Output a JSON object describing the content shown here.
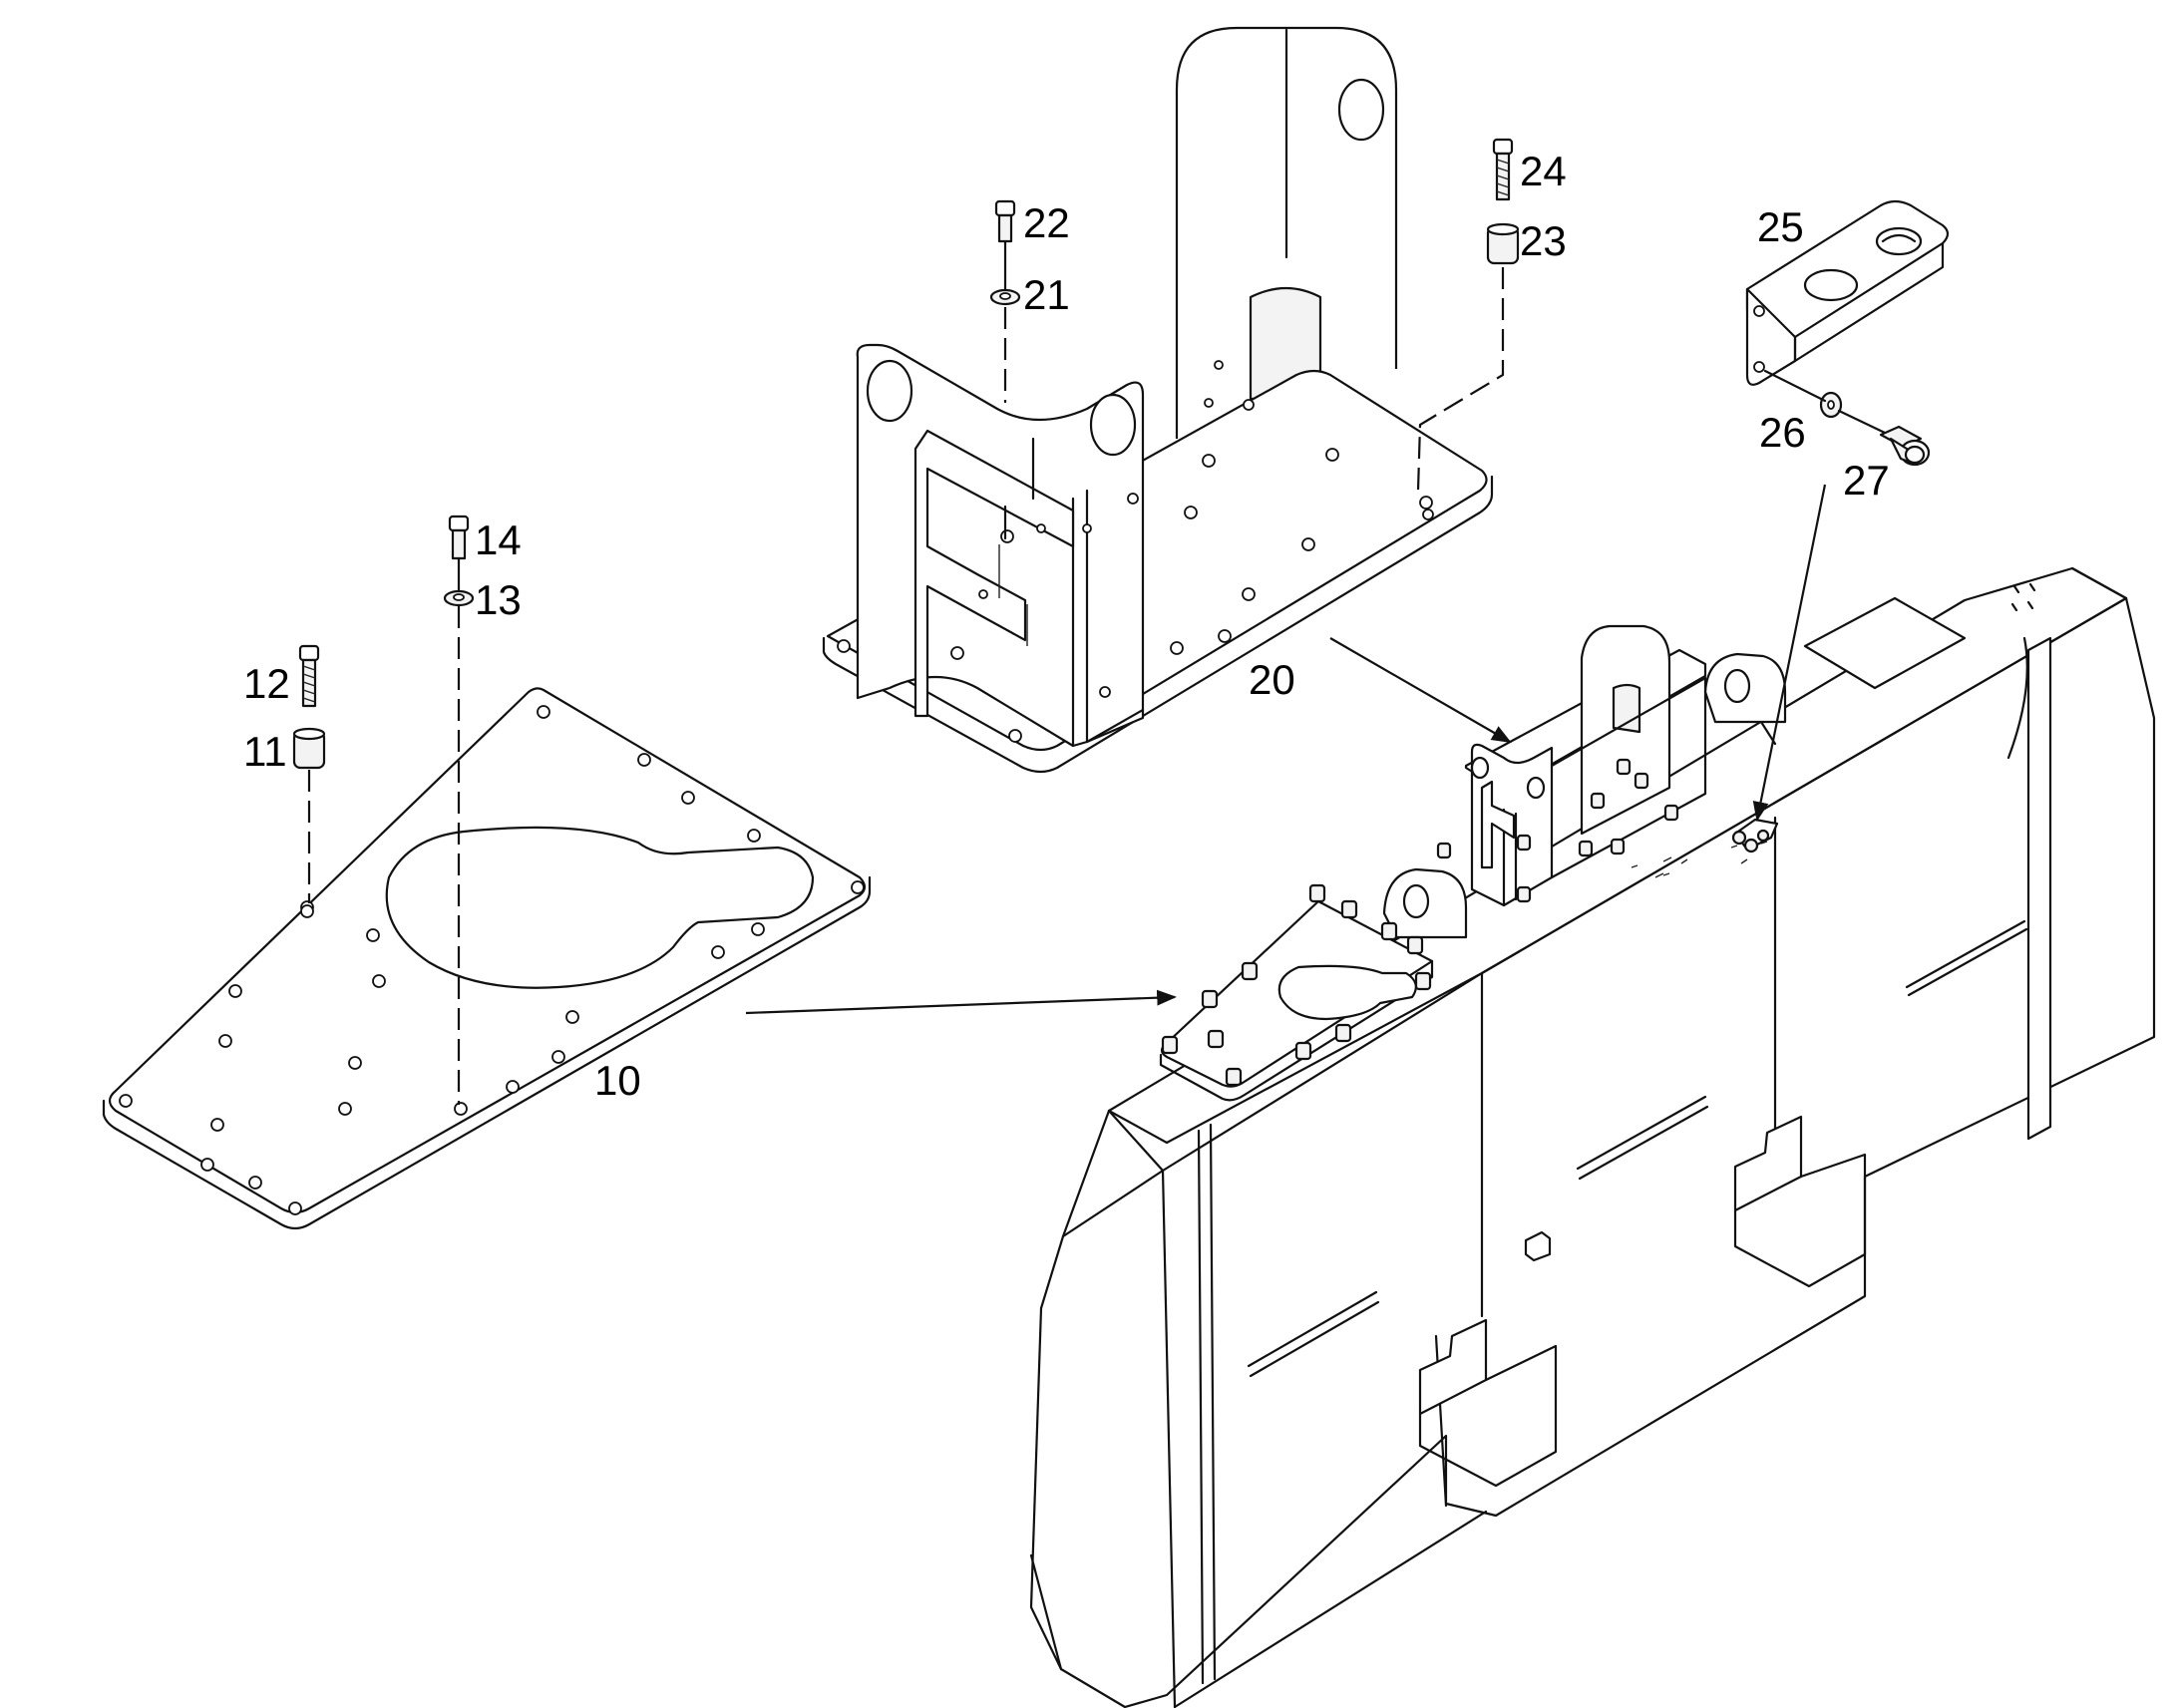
{
  "callouts": [
    {
      "id": "c10",
      "text": "10"
    },
    {
      "id": "c11",
      "text": "11"
    },
    {
      "id": "c12",
      "text": "12"
    },
    {
      "id": "c13",
      "text": "13"
    },
    {
      "id": "c14",
      "text": "14"
    },
    {
      "id": "c20",
      "text": "20"
    },
    {
      "id": "c21",
      "text": "21"
    },
    {
      "id": "c22",
      "text": "22"
    },
    {
      "id": "c23",
      "text": "23"
    },
    {
      "id": "c24",
      "text": "24"
    },
    {
      "id": "c25",
      "text": "25"
    },
    {
      "id": "c26",
      "text": "26"
    },
    {
      "id": "c27",
      "text": "27"
    }
  ]
}
